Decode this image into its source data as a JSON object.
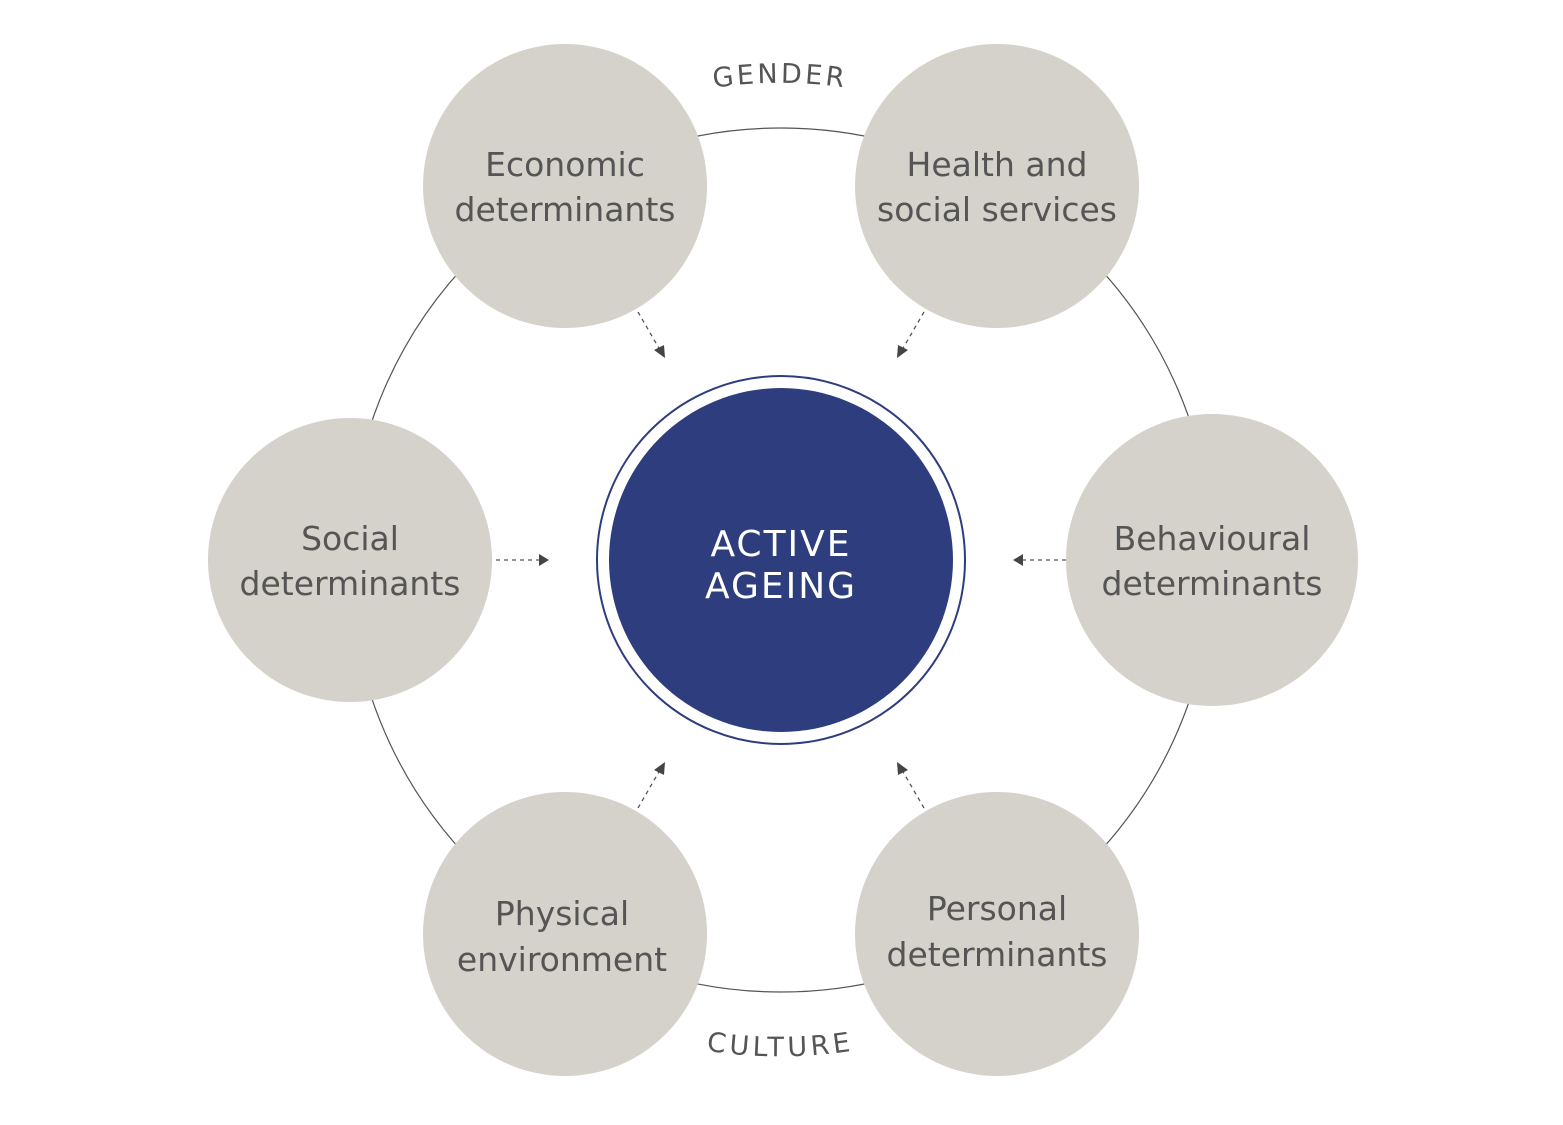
{
  "center": {
    "line1": "ACTIVE",
    "line2": "AGEING",
    "fill_color": "#2e3d7e",
    "ring_color": "#2e3d7e"
  },
  "ring_labels": {
    "top": "GENDER",
    "bottom": "CULTURE"
  },
  "nodes": [
    {
      "line1": "Economic",
      "line2": "determinants"
    },
    {
      "line1": "Health and",
      "line2": "social services"
    },
    {
      "line1": "Behavioural",
      "line2": "determinants"
    },
    {
      "line1": "Personal",
      "line2": "determinants"
    },
    {
      "line1": "Physical",
      "line2": "environment"
    },
    {
      "line1": "Social",
      "line2": "determinants"
    }
  ],
  "colors": {
    "node_fill": "#d5d1cb",
    "node_text": "#555555",
    "outer_ring": "#555555"
  }
}
